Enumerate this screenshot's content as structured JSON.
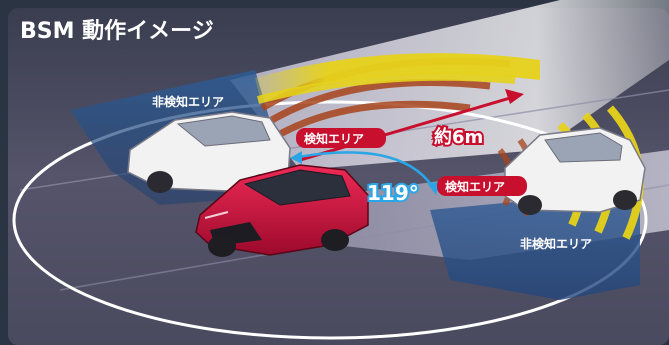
{
  "header": {
    "title": "BSM 動作イメージ"
  },
  "labels": {
    "non_detect_left": "非検知エリア",
    "non_detect_right": "非検知エリア",
    "detect_upper": "検知エリア",
    "detect_right": "検知エリア",
    "distance": "約6m",
    "angle": "119°"
  },
  "colors": {
    "background": "#2b3442",
    "road": "#4f4f62",
    "detect_band": "#d8c418",
    "arc": "#a8441c",
    "red_label": "#c8102e",
    "angle_blue": "#2aa6e6",
    "car_red": "#c8103a",
    "car_white": "#f2f2f2"
  }
}
